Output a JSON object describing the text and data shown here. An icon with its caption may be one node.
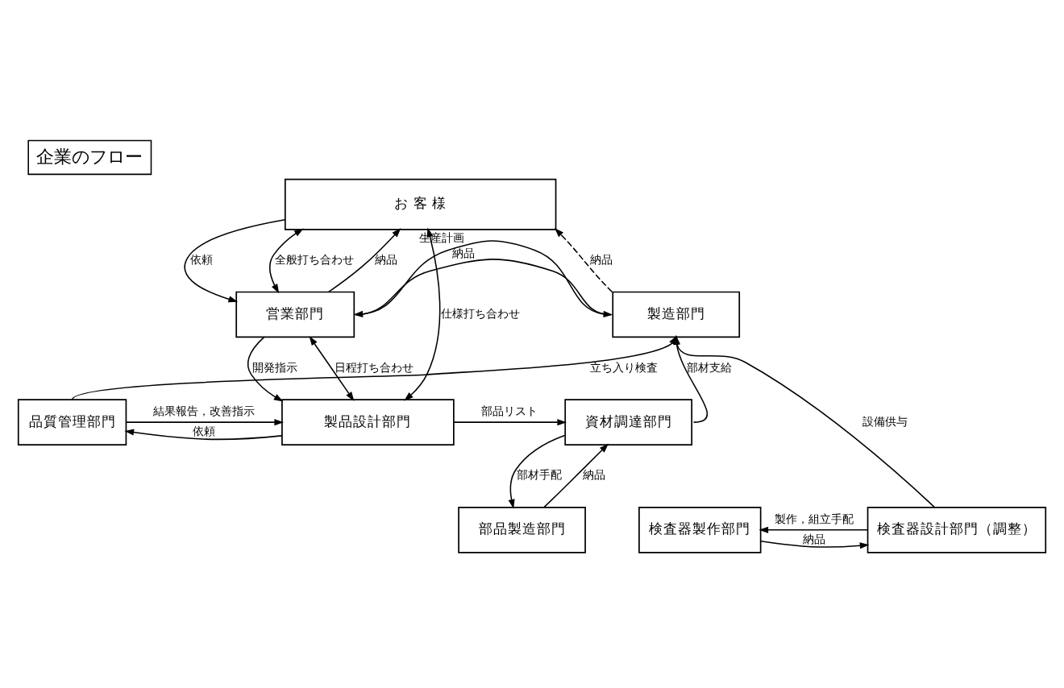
{
  "diagram": {
    "title": "企業のフロー",
    "nodes": [
      {
        "text": [
          "お 客 様"
        ]
      },
      {
        "text": [
          "営業部門"
        ]
      },
      {
        "text": [
          "製造部門"
        ]
      },
      {
        "text": [
          "品質管理部門"
        ]
      },
      {
        "text": [
          "製品設計部門"
        ]
      },
      {
        "text": [
          "資材調達部門"
        ]
      },
      {
        "text": [
          "部品製造部門"
        ]
      },
      {
        "text": [
          "検査器製作部門"
        ]
      },
      {
        "text": [
          "検査器設計部門（調整）"
        ]
      }
    ],
    "edges": [
      {
        "from": 4,
        "to": 0,
        "arrow": "both",
        "label": "仕様打ち合わせ"
      },
      {
        "from": 0,
        "to": 1,
        "arrow": "to",
        "label": "依頼"
      },
      {
        "from": 0,
        "to": 1,
        "arrow": "both",
        "label": "全般打ち合わせ"
      },
      {
        "from": 1,
        "to": 0,
        "arrow": "to",
        "label": "納品"
      },
      {
        "from": 2,
        "to": 0,
        "arrow": "to",
        "label": "納品",
        "style": "dashed"
      },
      {
        "from": 2,
        "to": 1,
        "arrow": "to",
        "label": "納品"
      },
      {
        "from": 1,
        "to": 2,
        "arrow": "to",
        "label": "生産計画"
      },
      {
        "from": 1,
        "to": 4,
        "arrow": "to",
        "label": "開発指示"
      },
      {
        "from": 1,
        "to": 4,
        "arrow": "both",
        "label": "日程打ち合わせ"
      },
      {
        "from": 4,
        "to": 3,
        "arrow": "to",
        "label": "依頼"
      },
      {
        "from": 3,
        "to": 4,
        "arrow": "to",
        "label": "結果報告，改善指示"
      },
      {
        "from": 4,
        "to": 5,
        "arrow": "to",
        "label": "部品リスト"
      },
      {
        "from": 5,
        "to": 2,
        "arrow": "to",
        "label": "部材支給"
      },
      {
        "from": 5,
        "to": 6,
        "arrow": "to",
        "label": "部材手配"
      },
      {
        "from": 6,
        "to": 5,
        "arrow": "to",
        "label": "納品"
      },
      {
        "from": 8,
        "to": 7,
        "arrow": "to",
        "label": "製作，組立手配"
      },
      {
        "from": 7,
        "to": 8,
        "arrow": "to",
        "label": "納品"
      },
      {
        "from": 8,
        "to": 2,
        "arrow": "to",
        "label": "設備供与"
      },
      {
        "from": 3,
        "to": 2,
        "arrow": "to",
        "label": "立ち入り検査"
      }
    ]
  }
}
